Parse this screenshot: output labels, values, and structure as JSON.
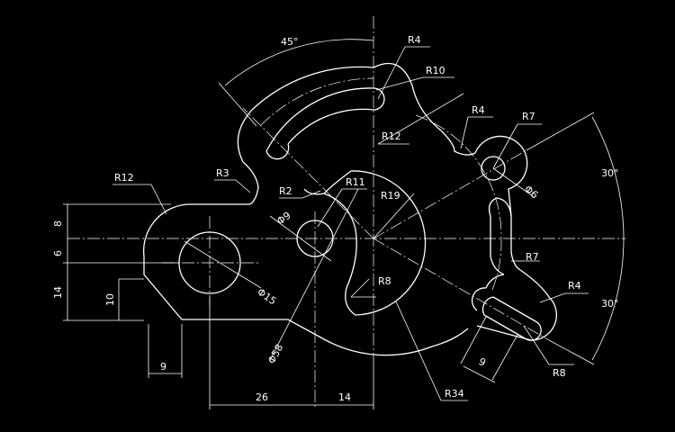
{
  "colors": {
    "background": "#000000",
    "lines": "#ffffff"
  },
  "labels": {
    "a45": "45°",
    "r4_top": "R4",
    "r10": "R10",
    "r4_right": "R4",
    "r7_top": "R7",
    "r12_inner": "R12",
    "r12_left": "R12",
    "r3": "R3",
    "r2": "R2",
    "r11": "R11",
    "r19": "R19",
    "d9": "Φ9",
    "d6": "Φ6",
    "a30_top": "30°",
    "r7_mid": "R7",
    "r4_low": "R4",
    "d15": "Φ15",
    "r8_center": "R8",
    "d58": "Φ58",
    "a30_bottom": "30°",
    "r8_slot": "R8",
    "r34": "R34",
    "dim8": "8",
    "dim6": "6",
    "dim14": "14",
    "dim10": "10",
    "dim9_left": "9",
    "dim9_slot": "9",
    "dim26": "26",
    "dim14_bottom": "14"
  }
}
